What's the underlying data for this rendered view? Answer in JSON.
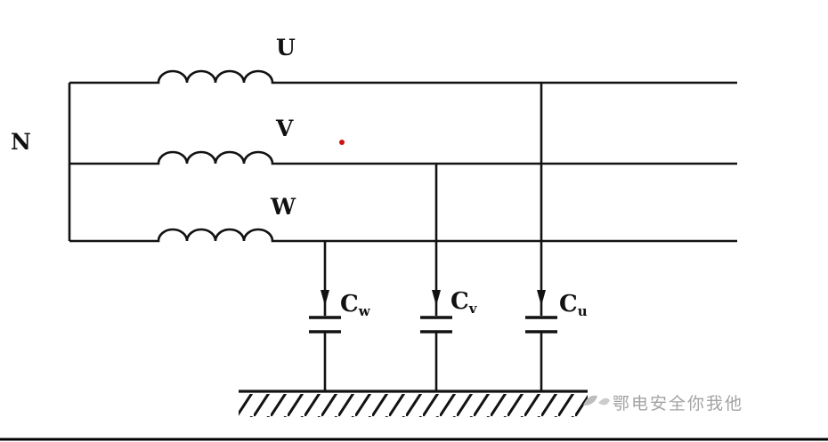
{
  "diagram": {
    "title": "three-phase-to-ground-capacitance-circuit",
    "neutral_label": "N",
    "phases": [
      {
        "label": "U"
      },
      {
        "label": "V"
      },
      {
        "label": "W"
      }
    ],
    "capacitors": [
      {
        "symbol": "C",
        "sub": "w"
      },
      {
        "symbol": "C",
        "sub": "v"
      },
      {
        "symbol": "C",
        "sub": "u"
      }
    ],
    "watermark": "鄂电安全你我他",
    "colors": {
      "line": "#121212",
      "dot": "#cc1111",
      "watermark": "#a3a3a3"
    }
  }
}
